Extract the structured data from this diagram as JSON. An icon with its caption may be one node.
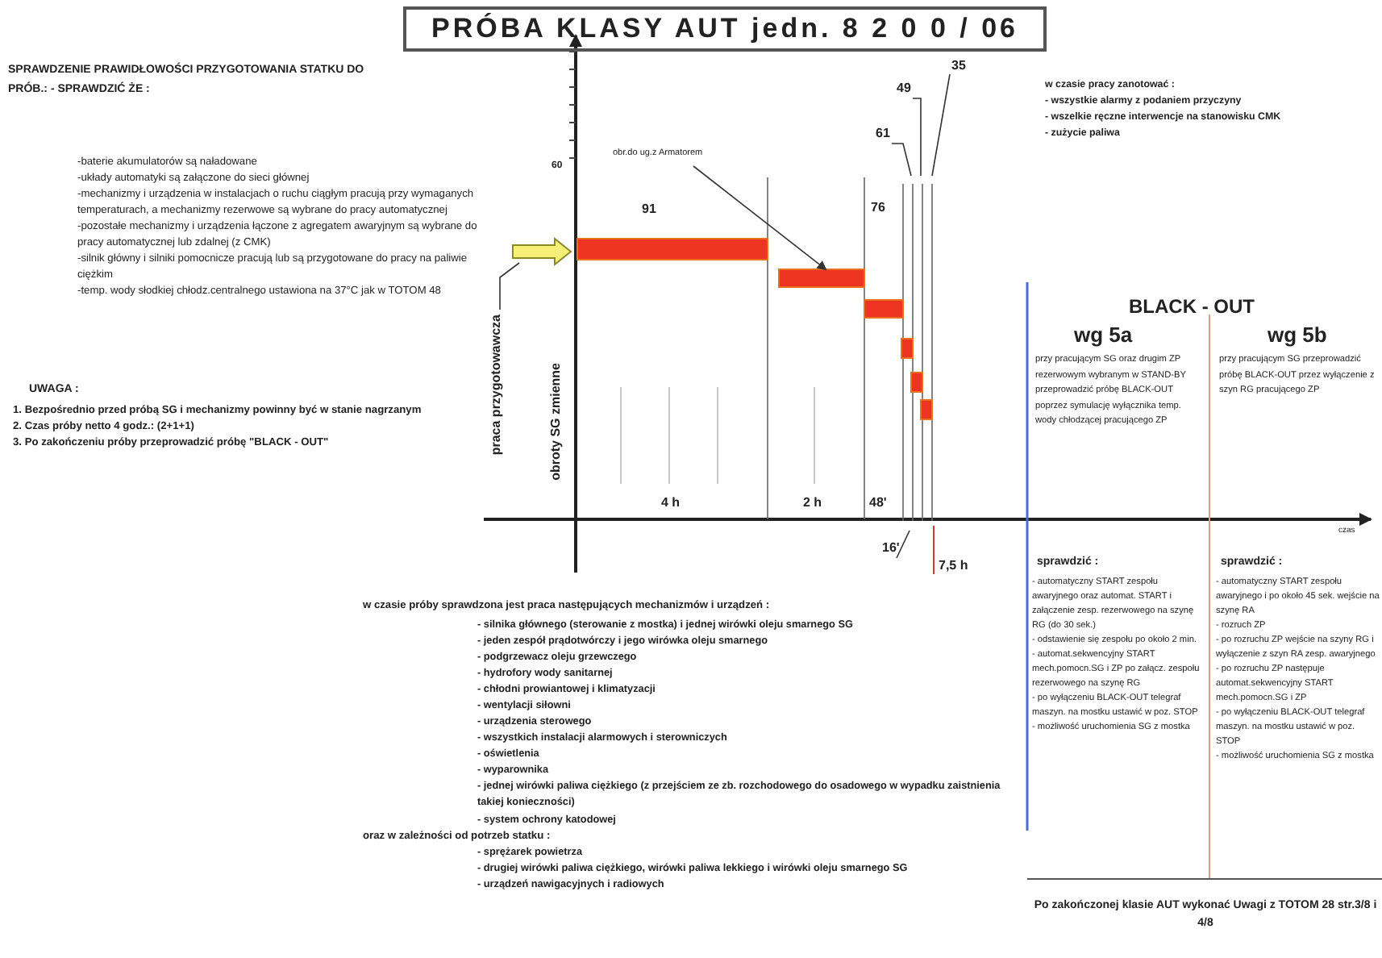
{
  "diagram": {
    "title": "PRÓBA KLASY AUT jedn. 8 2 0 0 / 06",
    "nodes": [
      {
        "text": [
          "praca przygotowawcza"
        ]
      },
      {
        "text": [],
        "shape": "arrow"
      },
      {
        "text": [],
        "shape": "bar"
      },
      {
        "text": [],
        "shape": "bar"
      },
      {
        "text": [],
        "shape": "bar"
      },
      {
        "text": [],
        "shape": "bar"
      },
      {
        "text": [],
        "shape": "bar"
      },
      {
        "text": [],
        "shape": "bar"
      },
      {
        "text": [
          "obr.do ug.z Armatorem"
        ]
      },
      {
        "text": [
          "61"
        ]
      },
      {
        "text": [
          "49"
        ]
      },
      {
        "text": [
          "35"
        ]
      },
      {
        "text": [
          "16'"
        ]
      }
    ],
    "edges": [
      {
        "from": 0,
        "to": 1,
        "arrow": "none"
      },
      {
        "from": 8,
        "to": 3,
        "arrow": "to"
      },
      {
        "from": 9,
        "to": null,
        "arrow": "none"
      },
      {
        "from": 10,
        "to": null,
        "arrow": "none"
      },
      {
        "from": 11,
        "to": null,
        "arrow": "none"
      },
      {
        "from": 12,
        "to": null,
        "arrow": "none"
      }
    ],
    "labels": [
      "SPRAWDZENIE PRAWIDŁOWOŚCI PRZYGOTOWANIA STATKU DO PRÓB.: - SPRAWDZIĆ ŻE :",
      "-baterie akumulatorów są naładowane",
      "-układy automatyki są załączone do sieci głównej",
      "-mechanizmy i urządzenia w instalacjach o ruchu ciągłym pracują przy wymaganych temperaturach, a mechanizmy rezerwowe są wybrane do pracy automatycznej",
      "-pozostałe mechanizmy i urządzenia łączone z agregatem awaryjnym są wybrane do pracy automatycznej lub zdalnej (z CMK)",
      "-silnik główny i silniki pomocnicze pracują lub są przygotowane do pracy na paliwie ciężkim",
      "-temp. wody słodkiej chłodz.centralnego ustawiona na 37°C jak w TOTOM 48",
      "UWAGA :",
      "1. Bezpośrednio przed próbą SG i mechanizmy powinny być w stanie nagrzanym",
      "2. Czas próby netto 4 godz.: (2+1+1)",
      "3. Po zakończeniu próby przeprowadzić próbę \"BLACK - OUT\"",
      "w czasie pracy zanotować :",
      "- wszystkie alarmy z podaniem przyczyny",
      "- wszelkie ręczne interwencje na stanowisku CMK",
      "- zużycie paliwa",
      "60",
      "91",
      "76",
      "obroty SG zmienne",
      "4 h",
      "2 h",
      "48'",
      "czas",
      "7,5 h",
      "BLACK - OUT",
      "wg 5a",
      "wg 5b",
      "przy pracującym SG oraz drugim ZP rezerwowym wybranym w STAND-BY przeprowadzić próbę BLACK-OUT poprzez symulację wyłącznika temp. wody chłodzącej pracującego ZP",
      "przy pracującym SG przeprowadzić próbę BLACK-OUT przez wyłączenie z szyn RG pracującego ZP",
      "sprawdzić :",
      "- automatyczny START zespołu awaryjnego oraz automat. START i załączenie zesp. rezerwowego na szynę RG (do 30 sek.)",
      "- odstawienie się zespołu po około 2 min.",
      "- automat.sekwencyjny START mech.pomocn.SG i ZP po załącz. zespołu rezerwowego na szynę RG",
      "- po wyłączeniu BLACK-OUT telegraf maszyn. na mostku ustawić w poz. STOP",
      "- możliwość uruchomienia SG z mostka",
      "sprawdzić :",
      "- automatyczny START zespołu awaryjnego i po około 45 sek. wejście na szynę RA",
      "- rozruch ZP",
      "- po rozruchu ZP wejście na szyny RG i wyłączenie z szyn RA zesp. awaryjnego",
      "- po rozruchu ZP następuje automat.sekwencyjny START mech.pomocn.SG i ZP",
      "- po wyłączeniu BLACK-OUT telegraf maszyn. na mostku ustawić w poz. STOP",
      "- możliwość uruchomienia SG z mostka",
      "w czasie próby sprawdzona jest praca następujących mechanizmów i urządzeń :",
      "- silnika głównego (sterowanie z mostka) i jednej wirówki oleju smarnego SG",
      "- jeden zespół prądotwórczy i jego wirówka oleju smarnego",
      "- podgrzewacz oleju grzewczego",
      "- hydrofory wody sanitarnej",
      "- chłodni prowiantowej i klimatyzacji",
      "- wentylacji siłowni",
      "- urządzenia sterowego",
      "- wszystkich instalacji alarmowych i sterowniczych",
      "- oświetlenia",
      "- wyparownika",
      "- jednej wirówki paliwa ciężkiego (z przejściem ze zb. rozchodowego do osadowego w wypadku zaistnienia takiej konieczności)",
      "- system ochrony katodowej",
      "oraz w zależności od potrzeb statku :",
      "- sprężarek powietrza",
      "- drugiej wirówki paliwa ciężkiego, wirówki paliwa lekkiego i wirówki oleju smarnego SG",
      "- urządzeń nawigacyjnych i radiowych",
      "Po zakończonej klasie AUT wykonać Uwagi z TOTOM 28 str.3/8 i 4/8"
    ]
  }
}
